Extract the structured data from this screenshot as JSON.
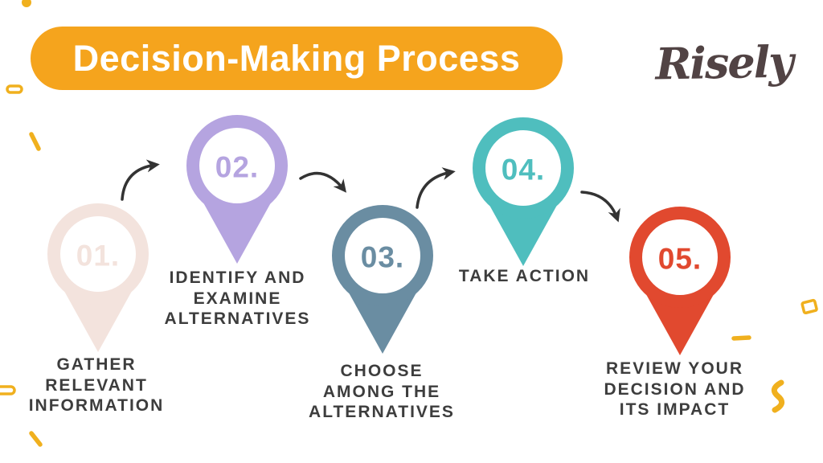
{
  "title": {
    "text": "Decision-Making Process"
  },
  "logo": {
    "text": "Risely"
  },
  "steps": [
    {
      "number": "01.",
      "label": "GATHER\nRELEVANT\nINFORMATION",
      "color": "#F3E3DD"
    },
    {
      "number": "02.",
      "label": "IDENTIFY AND\nEXAMINE\nALTERNATIVES",
      "color": "#B5A4E0"
    },
    {
      "number": "03.",
      "label": "CHOOSE\nAMONG THE\nALTERNATIVES",
      "color": "#6A8DA2"
    },
    {
      "number": "04.",
      "label": "TAKE ACTION",
      "color": "#4FBEBE"
    },
    {
      "number": "05.",
      "label": "REVIEW YOUR\nDECISION AND\nITS IMPACT",
      "color": "#E1492F"
    }
  ],
  "colors": {
    "banner_bg": "#F5A41D",
    "banner_text": "#FFFFFF",
    "logo_color": "#514344",
    "label_text": "#3D3D3D",
    "arrow": "#333333",
    "confetti": "#F0B01E"
  }
}
